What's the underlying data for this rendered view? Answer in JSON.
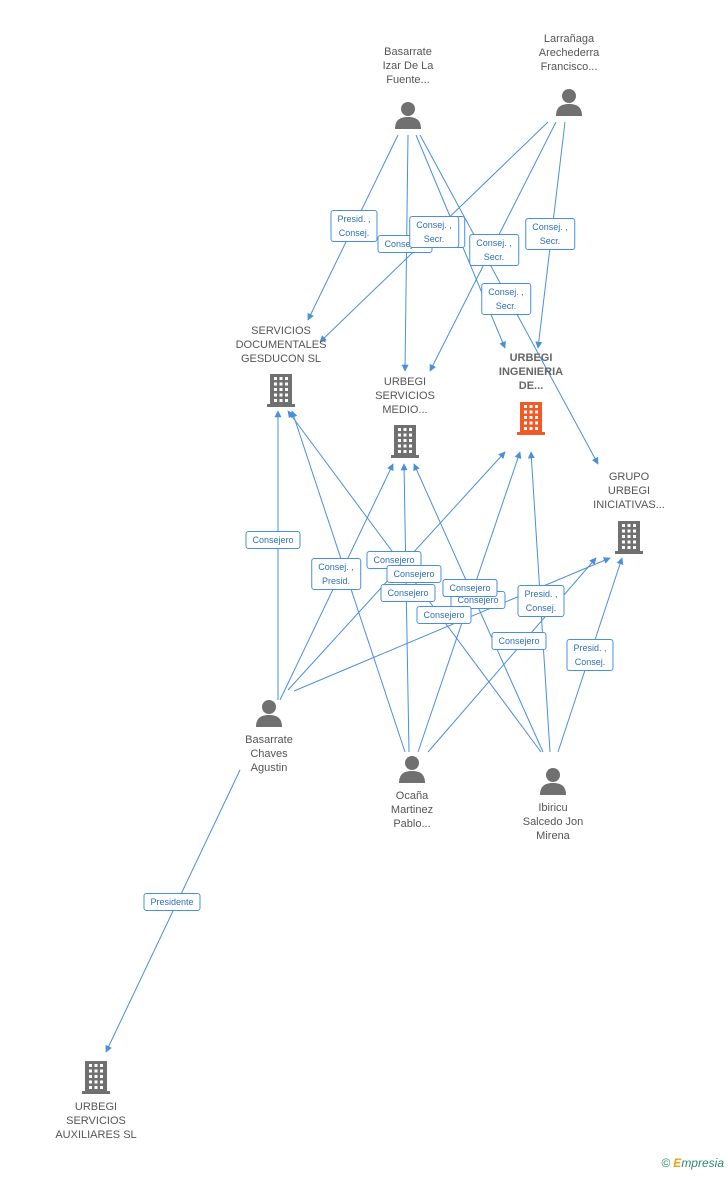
{
  "colors": {
    "edge": "#4a8fdb",
    "person": "#707070",
    "company": "#707070",
    "main_company": "#f15a24"
  },
  "people": [
    {
      "id": "p1",
      "label": "Basarrate\nIzar De La\nFuente..."
    },
    {
      "id": "p2",
      "label": "Larrañaga\nArechederra\nFrancisco..."
    },
    {
      "id": "p3",
      "label": "Basarrate\nChaves\nAgustin"
    },
    {
      "id": "p4",
      "label": "Ocaña\nMartinez\nPablo..."
    },
    {
      "id": "p5",
      "label": "Ibiricu\nSalcedo Jon\nMirena"
    }
  ],
  "companies": [
    {
      "id": "c1",
      "label": "SERVICIOS\nDOCUMENTALES\nGESDUCON SL",
      "main": false
    },
    {
      "id": "c2",
      "label": "URBEGI\nSERVICIOS\nMEDIO...",
      "main": false
    },
    {
      "id": "c3",
      "label": "URBEGI\nINGENIERIA\nDE...",
      "main": true
    },
    {
      "id": "c4",
      "label": "GRUPO\nURBEGI\nINICIATIVAS...",
      "main": false
    },
    {
      "id": "c5",
      "label": "URBEGI\nSERVICIOS\nAUXILIARES SL",
      "main": false
    }
  ],
  "relations": [
    {
      "from": "p1",
      "to": "c1",
      "label": "Presid. ,\nConsej."
    },
    {
      "from": "p1",
      "to": "c2",
      "label": "Consejero"
    },
    {
      "from": "p1",
      "to": "c3",
      "label": "Consej. ,\nSecr."
    },
    {
      "from": "p1",
      "to": "c4",
      "label": "Consej. ,\nSecr."
    },
    {
      "from": "p2",
      "to": "c1",
      "label": "Consej. ,\nSecr."
    },
    {
      "from": "p2",
      "to": "c2",
      "label": "Consej. ,\nSecr."
    },
    {
      "from": "p2",
      "to": "c3",
      "label": "Consej. ,\nSecr."
    },
    {
      "from": "p3",
      "to": "c1",
      "label": "Consejero"
    },
    {
      "from": "p3",
      "to": "c2",
      "label": "Consej. ,\nPresid."
    },
    {
      "from": "p3",
      "to": "c3",
      "label": "Consejero"
    },
    {
      "from": "p3",
      "to": "c4",
      "label": "Consejero"
    },
    {
      "from": "p3",
      "to": "c5",
      "label": "Presidente"
    },
    {
      "from": "p4",
      "to": "c1",
      "label": "Consejero"
    },
    {
      "from": "p4",
      "to": "c2",
      "label": "Consejero"
    },
    {
      "from": "p4",
      "to": "c3",
      "label": "Consejero"
    },
    {
      "from": "p4",
      "to": "c4",
      "label": "Consejero"
    },
    {
      "from": "p5",
      "to": "c1",
      "label": "Consejero"
    },
    {
      "from": "p5",
      "to": "c2",
      "label": "Consejero"
    },
    {
      "from": "p5",
      "to": "c3",
      "label": "Presid. ,\nConsej."
    },
    {
      "from": "p5",
      "to": "c4",
      "label": "Presid. ,\nConsej."
    }
  ],
  "footer": {
    "copyright": "©",
    "brand_first": "E",
    "brand_rest": "mpresia"
  }
}
